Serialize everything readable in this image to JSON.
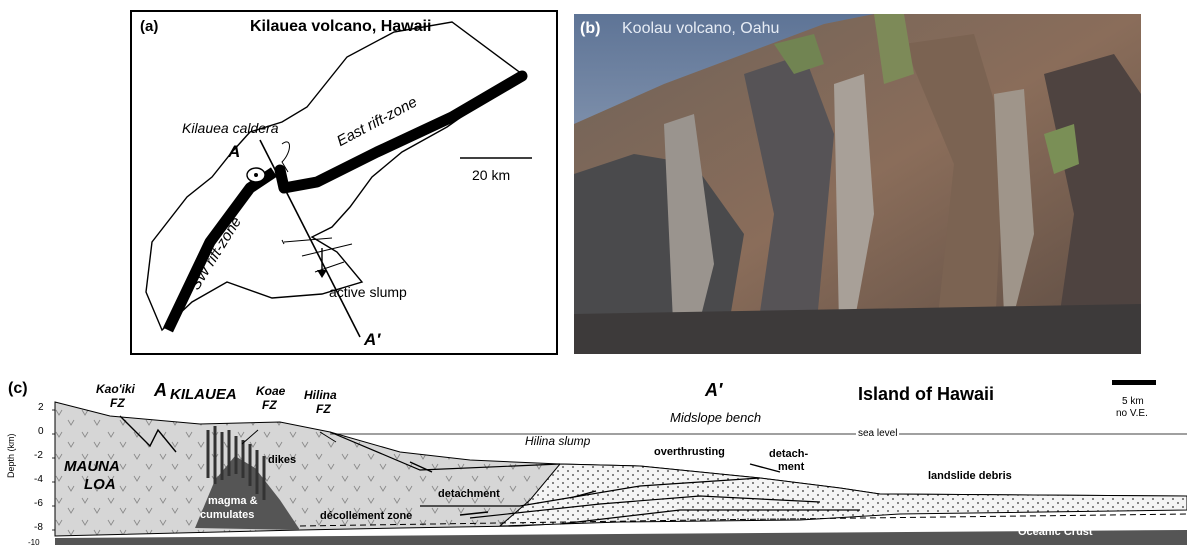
{
  "panel_a": {
    "tag": "(a)",
    "title": "Kilauea volcano, Hawaii",
    "caldera_label": "Kilauea caldera",
    "east_rift_label": "East rift-zone",
    "sw_rift_label": "SW rift-zone",
    "scale_label": "20 km",
    "slump_label": "active slump",
    "point_a": "A",
    "point_a_prime": "A′"
  },
  "panel_b": {
    "tag": "(b)",
    "title": "Koolau volcano, Oahu"
  },
  "panel_c": {
    "tag": "(c)",
    "y_axis_label": "Depth (km)",
    "y_ticks": [
      "2",
      "0",
      "-2",
      "-4",
      "-6",
      "-8",
      "-10"
    ],
    "point_a": "A",
    "point_a_prime": "A′",
    "kilauea": "KILAUEA",
    "kaoiki": "Kao'iki",
    "kaoiki_fz": "FZ",
    "koae": "Koae",
    "koae_fz": "FZ",
    "hilina": "Hilina",
    "hilina_fz": "FZ",
    "mauna": "MAUNA",
    "loa": "LOA",
    "dikes": "dikes",
    "magma": "magma &",
    "cumulates": "cumulates",
    "detachment": "detachment",
    "decollement": "décollement zone",
    "hilina_slump": "Hilina slump",
    "midslope": "Midslope bench",
    "overthrusting": "overthrusting",
    "detach_1": "detach-",
    "detach_2": "ment",
    "sea_level": "sea level",
    "island_title": "Island of Hawaii",
    "scale_km": "5 km",
    "scale_ve": "no V.E.",
    "landslide": "landslide debris",
    "oceanic_crust": "Oceanic Crust"
  }
}
